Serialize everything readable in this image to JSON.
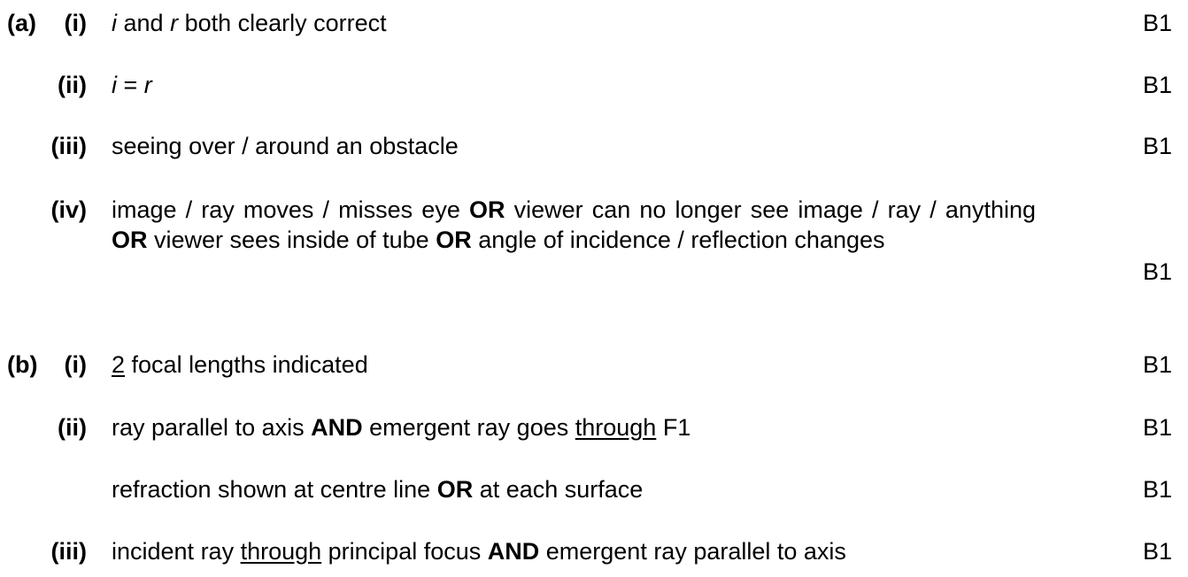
{
  "part_a": {
    "label": "(a)",
    "items": [
      {
        "num": "(i)",
        "segments": [
          {
            "t": "i",
            "s": "i"
          },
          {
            "t": " and "
          },
          {
            "t": "r",
            "s": "i"
          },
          {
            "t": " both clearly correct"
          }
        ],
        "mark": "B1"
      },
      {
        "num": "(ii)",
        "segments": [
          {
            "t": "i",
            "s": "i"
          },
          {
            "t": " = "
          },
          {
            "t": "r",
            "s": "i"
          }
        ],
        "mark": "B1"
      },
      {
        "num": "(iii)",
        "segments": [
          {
            "t": "seeing over / around an obstacle"
          }
        ],
        "mark": "B1"
      },
      {
        "num": "(iv)",
        "segments": [
          {
            "t": "image / ray moves / misses eye "
          },
          {
            "t": "OR",
            "s": "b"
          },
          {
            "t": " viewer can no longer see image / ray / anything "
          },
          {
            "t": "OR",
            "s": "b"
          },
          {
            "t": " viewer sees inside of tube "
          },
          {
            "t": "OR",
            "s": "b"
          },
          {
            "t": " angle of incidence / reflection changes"
          }
        ],
        "mark": "B1"
      }
    ]
  },
  "part_b": {
    "label": "(b)",
    "items": [
      {
        "num": "(i)",
        "segments": [
          {
            "t": "2",
            "s": "u"
          },
          {
            "t": " focal lengths indicated"
          }
        ],
        "mark": "B1"
      },
      {
        "num": "(ii)",
        "segments": [
          {
            "t": "ray parallel to axis "
          },
          {
            "t": "AND",
            "s": "b"
          },
          {
            "t": " emergent ray goes "
          },
          {
            "t": "through",
            "s": "u"
          },
          {
            "t": " F1"
          }
        ],
        "mark": "B1"
      },
      {
        "num": "",
        "segments": [
          {
            "t": "refraction shown at centre line "
          },
          {
            "t": "OR",
            "s": "b"
          },
          {
            "t": " at each surface"
          }
        ],
        "mark": "B1"
      },
      {
        "num": "(iii)",
        "segments": [
          {
            "t": "incident ray "
          },
          {
            "t": "through",
            "s": "u"
          },
          {
            "t": " principal focus "
          },
          {
            "t": "AND",
            "s": "b"
          },
          {
            "t": " emergent ray parallel to axis"
          }
        ],
        "mark": "B1"
      }
    ]
  }
}
